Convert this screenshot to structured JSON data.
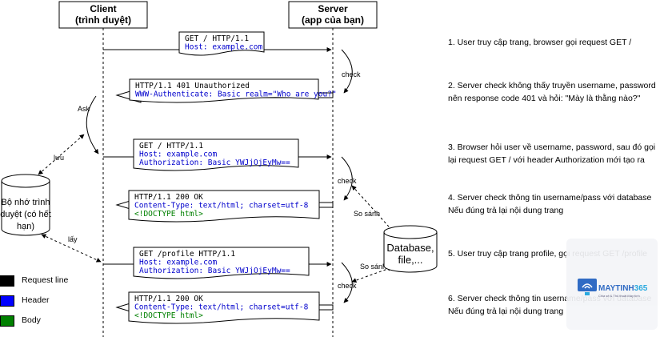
{
  "participants": {
    "client": {
      "title": "Client",
      "subtitle": "(trình duyệt)"
    },
    "server": {
      "title": "Server",
      "subtitle": "(app của bạn)"
    }
  },
  "messages": [
    {
      "lines": [
        {
          "type": "request",
          "text": "GET / HTTP/1.1"
        },
        {
          "type": "header",
          "text": "Host: example.com"
        }
      ]
    },
    {
      "lines": [
        {
          "type": "request",
          "text": "HTTP/1.1 401 Unauthorized"
        },
        {
          "type": "header",
          "text": "WWW-Authenticate: Basic realm=\"Who are you?\""
        }
      ]
    },
    {
      "lines": [
        {
          "type": "request",
          "text": "GET / HTTP/1.1"
        },
        {
          "type": "header",
          "text": "Host: example.com"
        },
        {
          "type": "header",
          "text": "Authorization: Basic YWJjOjEyMw=="
        }
      ]
    },
    {
      "lines": [
        {
          "type": "request",
          "text": "HTTP/1.1 200 OK"
        },
        {
          "type": "header",
          "text": "Content-Type: text/html; charset=utf-8"
        },
        {
          "type": "body",
          "text": "<!DOCTYPE html>"
        }
      ]
    },
    {
      "lines": [
        {
          "type": "request",
          "text": "GET /profile HTTP/1.1"
        },
        {
          "type": "header",
          "text": "Host: example.com"
        },
        {
          "type": "header",
          "text": "Authorization: Basic YWJjOjEyMw=="
        }
      ]
    },
    {
      "lines": [
        {
          "type": "request",
          "text": "HTTP/1.1 200 OK"
        },
        {
          "type": "header",
          "text": "Content-Type: text/html; charset=utf-8"
        },
        {
          "type": "body",
          "text": "<!DOCTYPE html>"
        }
      ]
    }
  ],
  "labels": {
    "check": "check",
    "ask": "Ask",
    "luu": "lưu",
    "lay": "lấy",
    "so_sanh": "So sánh"
  },
  "storage": {
    "line1": "Bộ nhớ trình",
    "line2": "duyệt (có hết",
    "line3": "hạn)"
  },
  "database": {
    "line1": "Database,",
    "line2": "file,..."
  },
  "legend": [
    {
      "label": "Request line",
      "color": "#000000"
    },
    {
      "label": "Header",
      "color": "#0000ff"
    },
    {
      "label": "Body",
      "color": "#008000"
    }
  ],
  "colors": {
    "request": "#000000",
    "header": "#0000cc",
    "body": "#008000"
  },
  "steps": [
    {
      "text": "1. User truy cập trang, browser gọi request GET /"
    },
    {
      "text": "2. Server check không thấy truyền username, password nên response code 401 và hỏi: \"Mày là thằng nào?\""
    },
    {
      "text": "3. Browser hỏi user về username, password, sau đó gọi lại request GET / với header Authorization mới tạo ra"
    },
    {
      "text": "4. Server check thông tin username/pass với database Nếu đúng trả lại nội dung trang"
    },
    {
      "text": "5. User truy cập trang profile, gọi request GET /profile"
    },
    {
      "text": "6. Server check thông tin username/pass với database Nếu đúng trả lại nội dung trang"
    }
  ],
  "watermark": {
    "brand_main": "MAYTINH",
    "brand_accent": "365",
    "tagline": "Chia sẻ & Thủ thuật Máy tính",
    "icon": "monitor-wifi-logo-icon"
  }
}
